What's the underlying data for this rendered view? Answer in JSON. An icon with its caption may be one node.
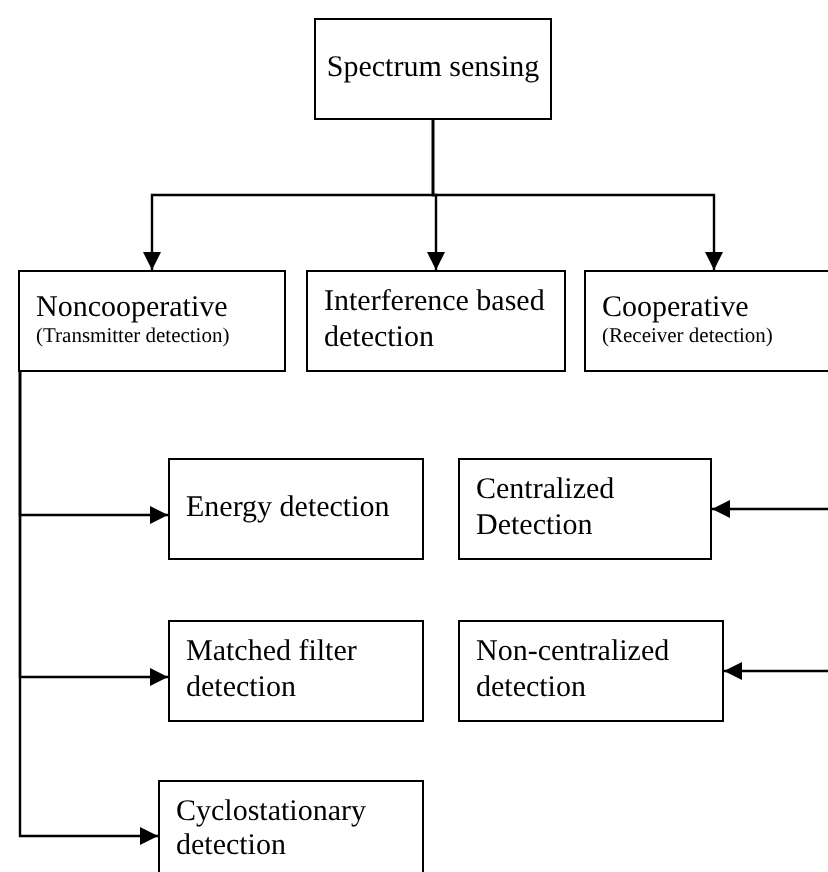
{
  "diagram": {
    "nodes": [
      {
        "text": [
          "Spectrum sensing"
        ]
      },
      {
        "text": [
          "Noncooperative",
          "(Transmitter detection)"
        ]
      },
      {
        "text": [
          "Interference based detection"
        ]
      },
      {
        "text": [
          "Cooperative",
          "(Receiver detection)"
        ]
      },
      {
        "text": [
          "Energy detection"
        ]
      },
      {
        "text": [
          "Centralized Detection"
        ]
      },
      {
        "text": [
          "Matched filter detection"
        ]
      },
      {
        "text": [
          "Non-centralized detection"
        ]
      },
      {
        "text": [
          "Cyclostationary detection"
        ]
      }
    ],
    "edges": [
      {
        "from": 0,
        "to": 1,
        "arrow": "to"
      },
      {
        "from": 0,
        "to": 2,
        "arrow": "to"
      },
      {
        "from": 0,
        "to": 3,
        "arrow": "to"
      },
      {
        "from": 1,
        "to": 4,
        "arrow": "to"
      },
      {
        "from": 1,
        "to": 6,
        "arrow": "to"
      },
      {
        "from": 1,
        "to": 8,
        "arrow": "to"
      },
      {
        "from": null,
        "to": 5,
        "arrow": "to"
      },
      {
        "from": null,
        "to": 7,
        "arrow": "to"
      }
    ]
  }
}
